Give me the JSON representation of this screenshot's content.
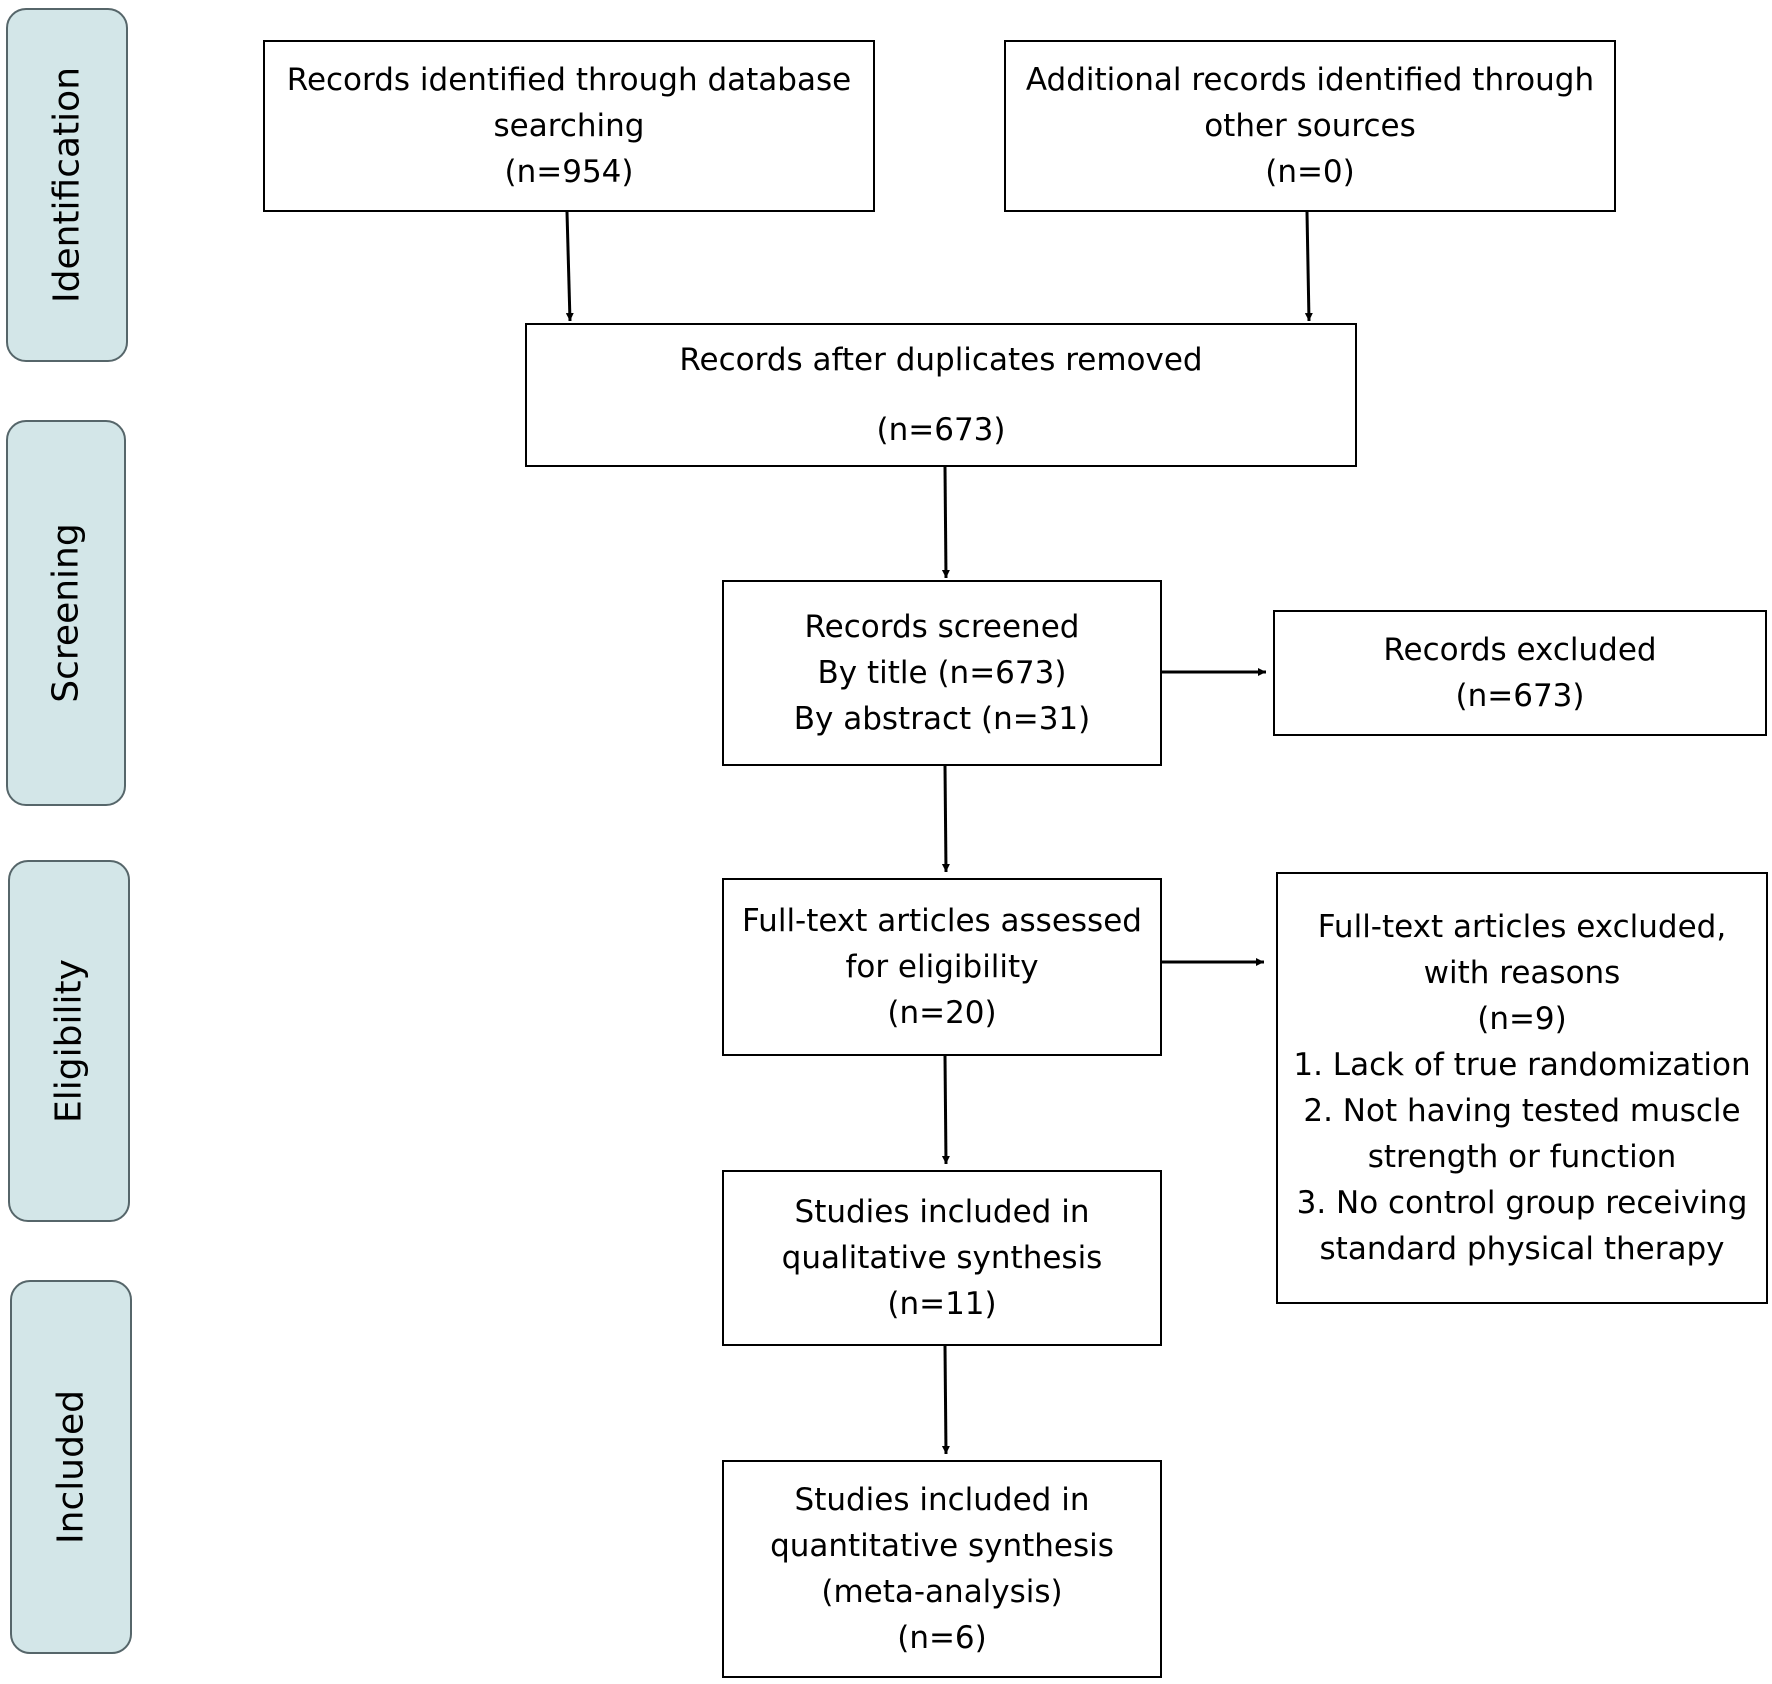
{
  "phases": {
    "identification": "Identification",
    "screening": "Screening",
    "eligibility": "Eligibility",
    "included": "Included"
  },
  "boxes": {
    "db_search": {
      "line1": "Records identified through database",
      "line2": "searching",
      "count": "(n=954)"
    },
    "other_sources": {
      "line1": "Additional records identified through",
      "line2": "other sources",
      "count": "(n=0)"
    },
    "duplicates_removed": {
      "line1": "Records after duplicates removed",
      "count": "(n=673)"
    },
    "screened": {
      "line1": "Records screened",
      "line2": "By title (n=673)",
      "line3": "By abstract (n=31)"
    },
    "excluded": {
      "line1": "Records excluded",
      "count": "(n=673)"
    },
    "fulltext_assessed": {
      "line1": "Full-text articles assessed",
      "line2": "for eligibility",
      "count": "(n=20)"
    },
    "fulltext_excluded": {
      "line1": "Full-text articles excluded,",
      "line2": "with reasons",
      "count": "(n=9)",
      "reasons": [
        "1. Lack of true randomization",
        "2. Not having tested muscle",
        "strength or function",
        "3. No control group receiving",
        "standard physical therapy"
      ]
    },
    "qualitative": {
      "line1": "Studies included in",
      "line2": "qualitative synthesis",
      "count": "(n=11)"
    },
    "quantitative": {
      "line1": "Studies included in",
      "line2": "quantitative synthesis",
      "line3": "(meta-analysis)",
      "count": "(n=6)"
    }
  }
}
